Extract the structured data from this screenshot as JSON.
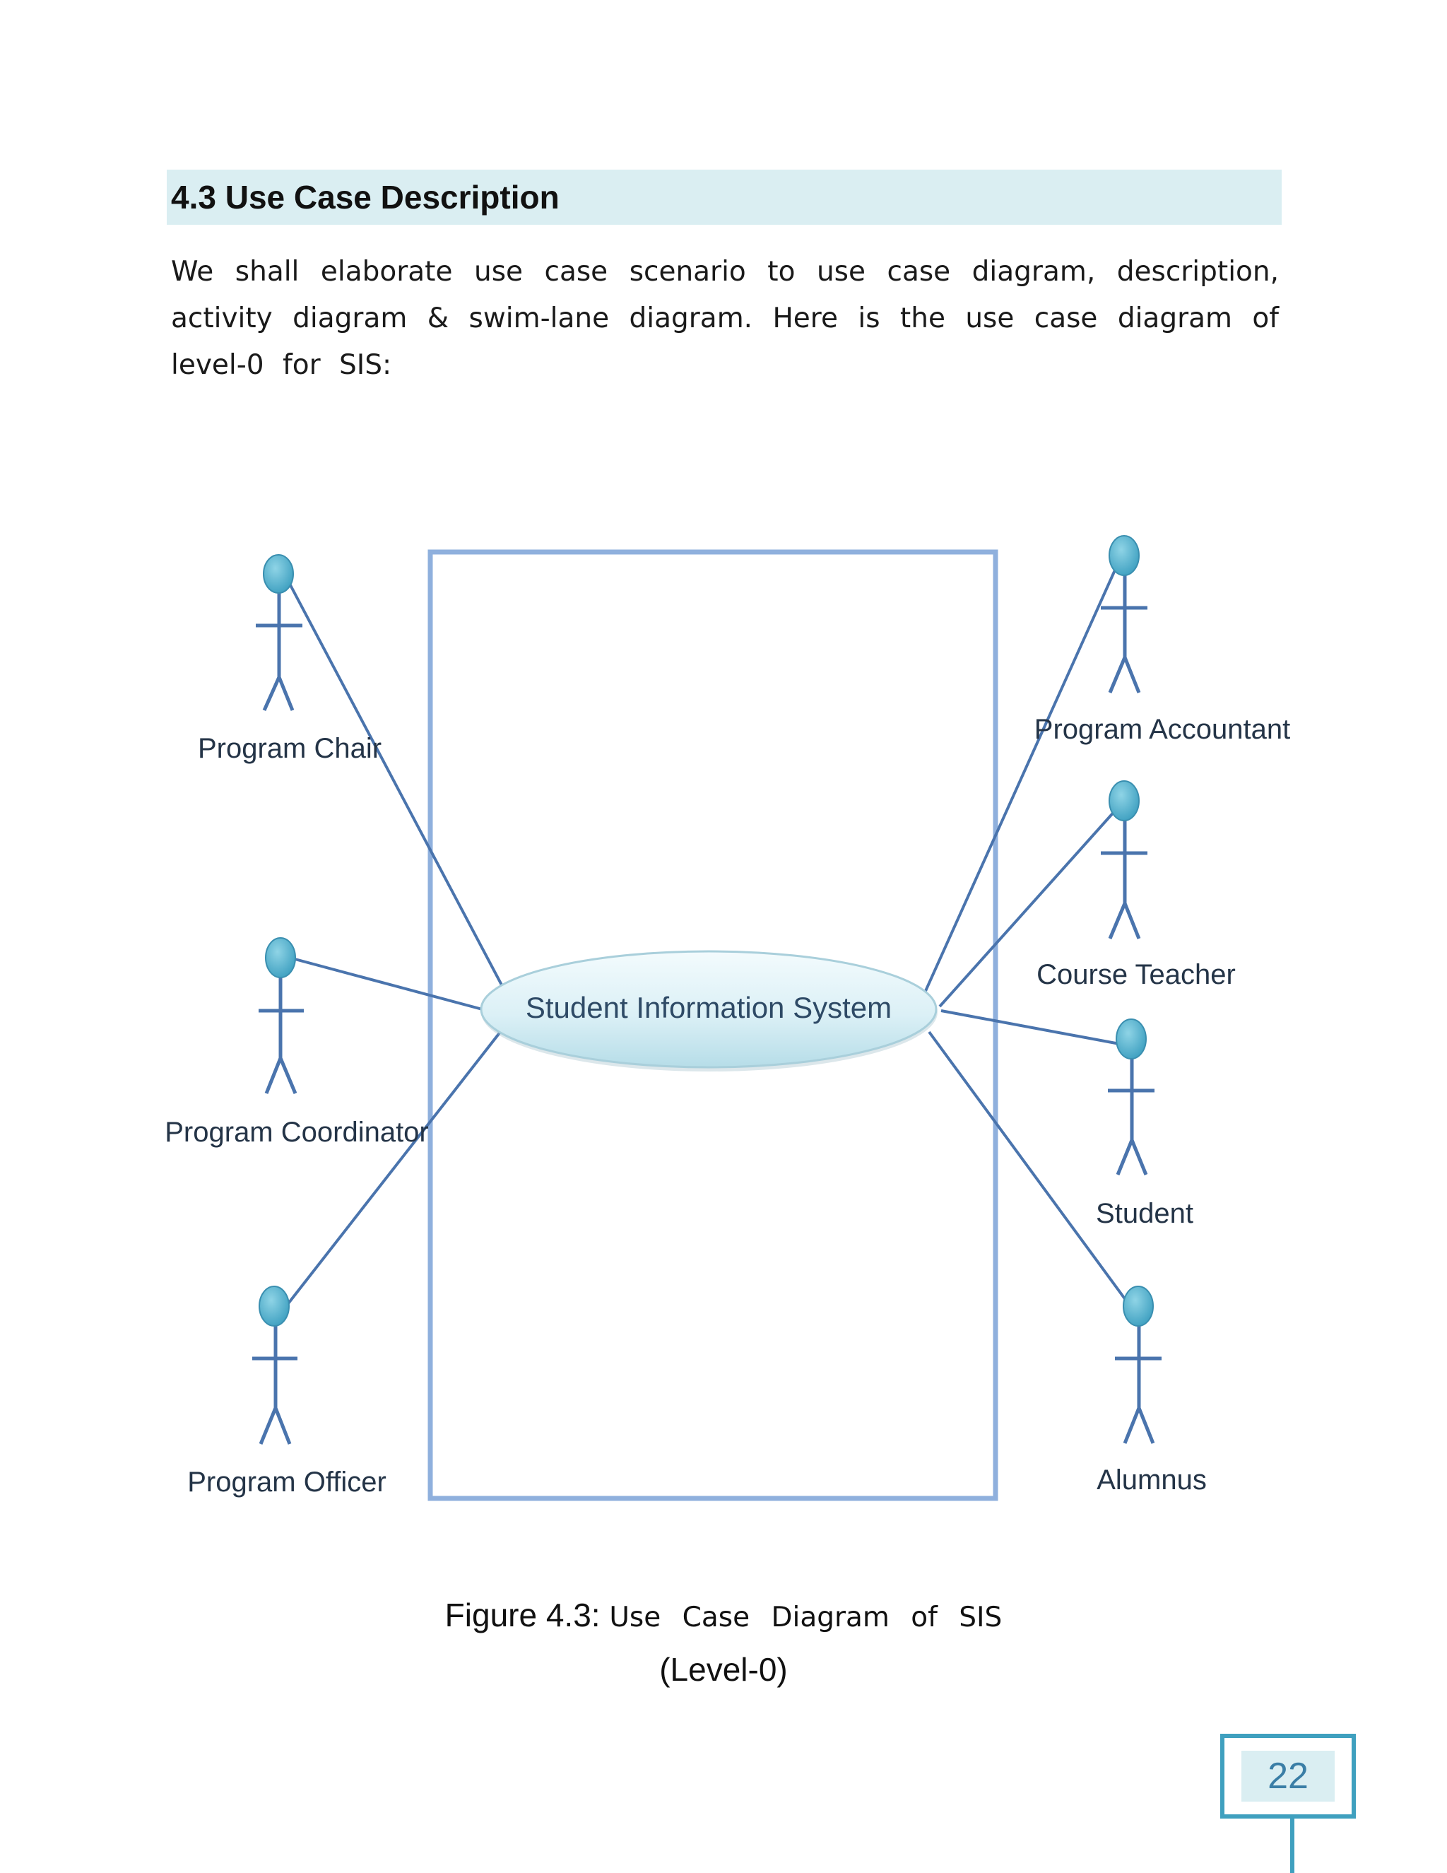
{
  "section": {
    "title": "4.3 Use Case Description"
  },
  "intro_text": "We shall elaborate use case scenario to use case diagram, description, activity diagram & swim-lane diagram. Here is the use case diagram of level-0 for SIS:",
  "diagram": {
    "system_name": "Student Information System",
    "actors_left": [
      "Program Chair",
      "Program Coordinator",
      "Program Officer"
    ],
    "actors_right": [
      "Program Accountant",
      "Course Teacher",
      "Student",
      "Alumnus"
    ],
    "colors": {
      "actor_head": "#4aaecb",
      "actor_line": "#4a74ad",
      "association": "#4a74ad",
      "boundary": "#8fb0dd",
      "usecase_fill_top": "#f3fbfd",
      "usecase_fill_bottom": "#b6dde8"
    }
  },
  "caption": {
    "figure_label": "Figure 4.3:",
    "figure_title": "Use Case Diagram of SIS",
    "level": "(Level-0)"
  },
  "page_number": "22"
}
